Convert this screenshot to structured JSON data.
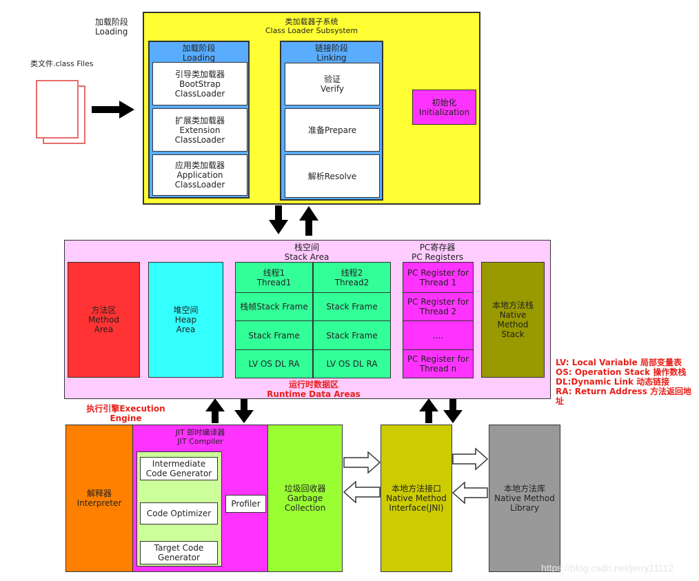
{
  "class_files": {
    "label": "类文件.class Files"
  },
  "loading_outer": {
    "label": "加载阶段\nLoading"
  },
  "subsystem": {
    "title": "类加载器子系统\nClass Loader Subsystem",
    "loading": {
      "title": "加载阶段\nLoading",
      "loaders": [
        "引导类加载器\nBootStrap\nClassLoader",
        "扩展类加载器\nExtension\nClassLoader",
        "应用类加载器\nApplication\nClassLoader"
      ]
    },
    "linking": {
      "title": "链接阶段\nLinking",
      "steps": [
        "验证\nVerify",
        "准备Prepare",
        "解析Resolve"
      ]
    },
    "init": "初始化\nInitialization"
  },
  "runtime": {
    "stack_title": "栈空间\nStack Area",
    "pc_title": "PC寄存器\nPC Registers",
    "method_area": "方法区\nMethod\nArea",
    "heap": "堆空间\nHeap\nArea",
    "threads": [
      {
        "header": "线程1\nThread1",
        "frames": [
          "栈帧Stack Frame",
          "Stack Frame",
          "LV OS DL RA"
        ]
      },
      {
        "header": "线程2\nThread2",
        "frames": [
          "Stack Frame",
          "Stack Frame",
          "LV OS DL RA"
        ]
      }
    ],
    "pc_registers": [
      "PC Register for\nThread 1",
      "PC Register for\nThread 2",
      "....",
      "PC Register for\nThread n"
    ],
    "native_stack": "本地方法栈\nNative\nMethod\nStack",
    "label": "运行时数据区\nRuntime Data Areas"
  },
  "legend": {
    "lines": [
      "LV: Local Variable 局部变量表",
      "OS: Operation Stack 操作数栈",
      "DL:Dynamic Link 动态链接",
      "RA: Return Address 方法返回地址"
    ]
  },
  "engine": {
    "label": "执行引擎Execution\nEngine",
    "interpreter": "解释器\nInterpreter",
    "jit_title": "JIT 即时编译器\nJIT Compiler",
    "jit_steps": [
      "Intermediate\nCode Generator",
      "Code Optimizer",
      "Target Code\nGenerator"
    ],
    "profiler": "Profiler",
    "gc": "垃圾回收器\nGarbage\nCollection"
  },
  "native_interface": "本地方法接口\nNative Method\nInterface(JNI)",
  "native_library": "本地方法库\nNative Method\nLibrary",
  "watermark": "https://blog.csdn.net/jerry11112",
  "colors": {
    "subsystem_bg": "#ffff33",
    "blue": "#5aacff",
    "init": "#ff33ff",
    "runtime_bg": "#ffccff",
    "method": "#ff3333",
    "heap": "#33ffff",
    "stack": "#33ff99",
    "pc": "#ff33ff",
    "native_stack": "#999900",
    "interpreter": "#ff8000",
    "jit": "#ff33ff",
    "jit_inner": "#ccff99",
    "gc": "#99ff33",
    "jni": "#cccc00",
    "library": "#999999"
  }
}
